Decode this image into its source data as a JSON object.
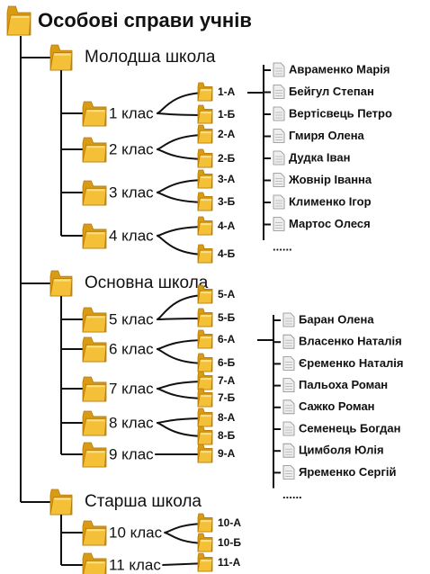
{
  "title": "Особові справи учнів",
  "schools": [
    {
      "label": "Молодша школа",
      "grades": [
        {
          "label": "1 клас",
          "classes": [
            "1-А",
            "1-Б"
          ]
        },
        {
          "label": "2 клас",
          "classes": [
            "2-А",
            "2-Б"
          ]
        },
        {
          "label": "3 клас",
          "classes": [
            "3-А",
            "3-Б"
          ]
        },
        {
          "label": "4 клас",
          "classes": [
            "4-А",
            "4-Б"
          ]
        }
      ],
      "students": [
        "Авраменко Марія",
        "Бейгул Степан",
        "Вертісвець Петро",
        "Гмиря Олена",
        "Дудка Іван",
        "Жовнір Іванна",
        "Клименко Ігор",
        "Мартос Олеся"
      ],
      "more": "......"
    },
    {
      "label": "Основна школа",
      "grades": [
        {
          "label": "5 клас",
          "classes": [
            "5-А",
            "5-Б"
          ]
        },
        {
          "label": "6 клас",
          "classes": [
            "6-А",
            "6-Б"
          ]
        },
        {
          "label": "7 клас",
          "classes": [
            "7-А",
            "7-Б"
          ]
        },
        {
          "label": "8 клас",
          "classes": [
            "8-А",
            "8-Б"
          ]
        },
        {
          "label": "9 клас",
          "classes": [
            "9-А"
          ]
        }
      ],
      "students": [
        "Баран Олена",
        "Власенко Наталія",
        "Єременко Наталія",
        "Пальоха Роман",
        "Сажко Роман",
        "Семенець Богдан",
        "Цимболя Юлія",
        "Яременко Сергій"
      ],
      "more": "......"
    },
    {
      "label": "Старша школа",
      "grades": [
        {
          "label": "10 клас",
          "classes": [
            "10-А",
            "10-Б"
          ]
        },
        {
          "label": "11 клас",
          "classes": [
            "11-А"
          ]
        }
      ]
    }
  ],
  "colors": {
    "line": "#111111",
    "text": "#111111",
    "folder_front": "#f3c037",
    "folder_back": "#d99a14",
    "folder_edge": "#b57a08",
    "doc_fill": "#eeeeee",
    "doc_edge": "#8a8a8a"
  },
  "icons": {
    "folder": "folder-icon",
    "document": "document-icon"
  }
}
